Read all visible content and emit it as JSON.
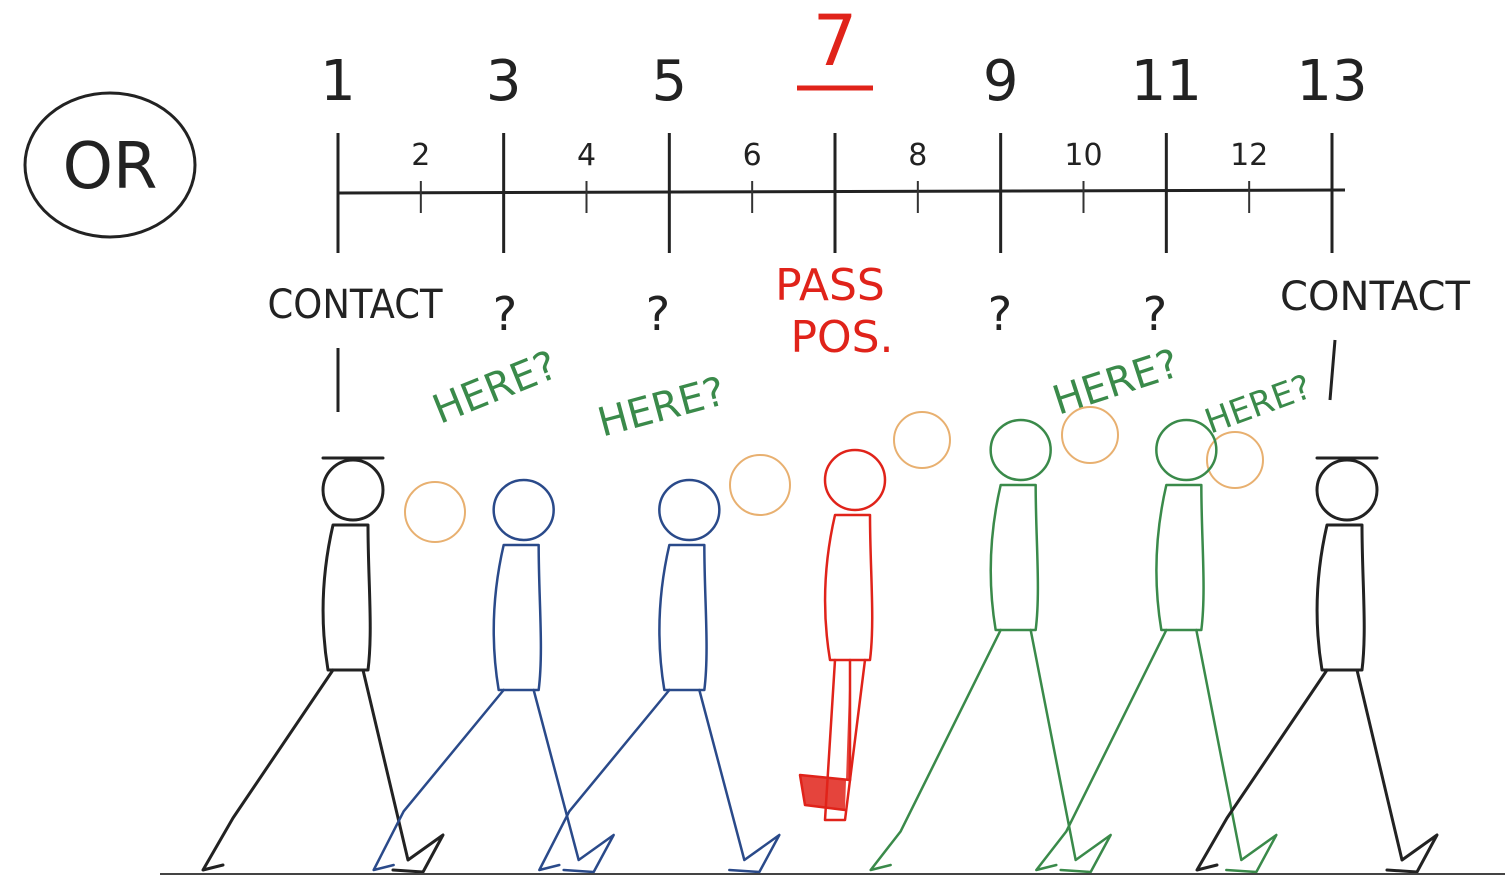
{
  "badge": {
    "text": "OR"
  },
  "timeline": {
    "key_frames": [
      {
        "label": "1",
        "frame": 1,
        "emphasis": false
      },
      {
        "label": "3",
        "frame": 3,
        "emphasis": false
      },
      {
        "label": "5",
        "frame": 5,
        "emphasis": false
      },
      {
        "label": "7",
        "frame": 7,
        "emphasis": true
      },
      {
        "label": "9",
        "frame": 9,
        "emphasis": false
      },
      {
        "label": "11",
        "frame": 11,
        "emphasis": false
      },
      {
        "label": "13",
        "frame": 13,
        "emphasis": false
      }
    ],
    "in_betweens": [
      {
        "label": "2",
        "frame": 2
      },
      {
        "label": "4",
        "frame": 4
      },
      {
        "label": "6",
        "frame": 6
      },
      {
        "label": "8",
        "frame": 8
      },
      {
        "label": "10",
        "frame": 10
      },
      {
        "label": "12",
        "frame": 12
      }
    ]
  },
  "captions": {
    "contact_left": "CONTACT",
    "contact_right": "CONTACT",
    "pass_line1": "PASS",
    "pass_line2": "POS.",
    "question_marks": [
      "?",
      "?",
      "?",
      "?"
    ],
    "here_labels": [
      "HERE?",
      "HERE?",
      "HERE?",
      "HERE?"
    ]
  },
  "colors": {
    "ink": "#222222",
    "red": "#e0231a",
    "blue": "#2a4a8a",
    "green": "#3a8a4a",
    "orange": "#e0a060"
  },
  "figures": [
    {
      "frame": 1,
      "color": "ink",
      "pose": "contact"
    },
    {
      "frame": 3,
      "color": "blue",
      "pose": "down"
    },
    {
      "frame": 5,
      "color": "blue",
      "pose": "down"
    },
    {
      "frame": 7,
      "color": "red",
      "pose": "passing"
    },
    {
      "frame": 9,
      "color": "green",
      "pose": "up"
    },
    {
      "frame": 11,
      "color": "green",
      "pose": "up"
    },
    {
      "frame": 13,
      "color": "ink",
      "pose": "contact"
    }
  ]
}
